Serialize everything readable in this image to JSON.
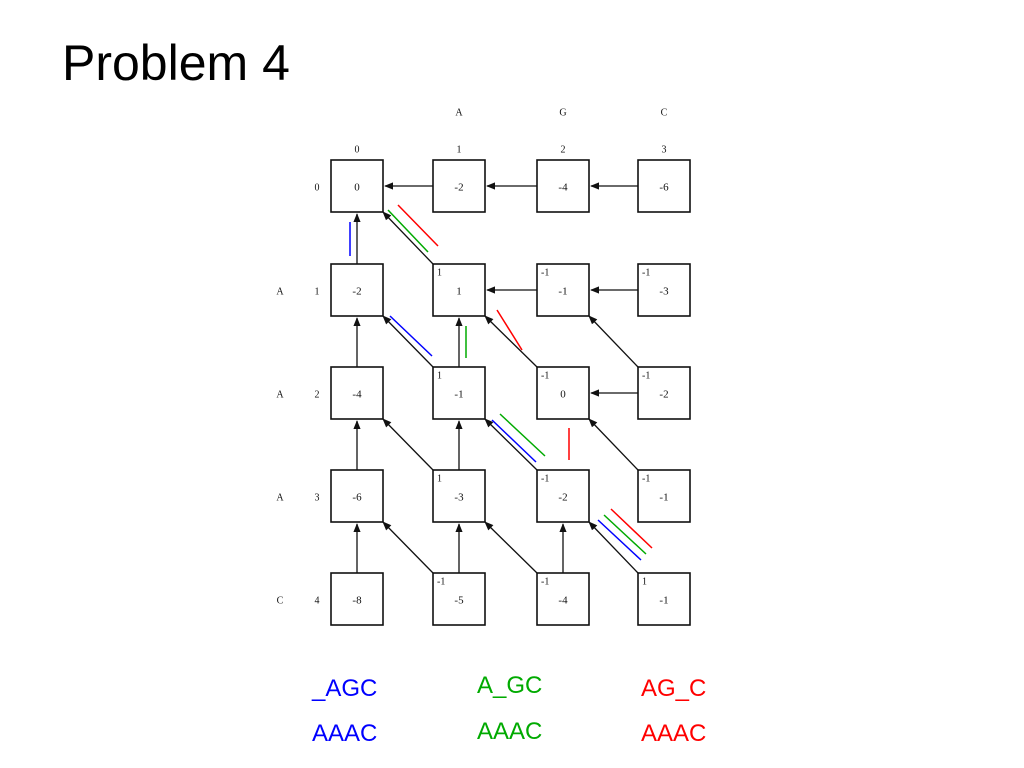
{
  "title": "Problem 4",
  "matrix": {
    "column_letters": [
      "A",
      "G",
      "C"
    ],
    "column_indices": [
      "0",
      "1",
      "2",
      "3"
    ],
    "row_letters": [
      "",
      "A",
      "A",
      "A",
      "C"
    ],
    "row_indices": [
      "0",
      "1",
      "2",
      "3",
      "4"
    ],
    "cells": [
      [
        {
          "score": "0"
        },
        {
          "score": "-2"
        },
        {
          "score": "-4"
        },
        {
          "score": "-6"
        }
      ],
      [
        {
          "score": "-2"
        },
        {
          "score": "1",
          "sub": "1"
        },
        {
          "score": "-1",
          "sub": "-1"
        },
        {
          "score": "-3",
          "sub": "-1"
        }
      ],
      [
        {
          "score": "-4"
        },
        {
          "score": "-1",
          "sub": "1"
        },
        {
          "score": "0",
          "sub": "-1"
        },
        {
          "score": "-2",
          "sub": "-1"
        }
      ],
      [
        {
          "score": "-6"
        },
        {
          "score": "-3",
          "sub": "1"
        },
        {
          "score": "-2",
          "sub": "-1"
        },
        {
          "score": "-1",
          "sub": "-1"
        }
      ],
      [
        {
          "score": "-8"
        },
        {
          "score": "-5",
          "sub": "-1"
        },
        {
          "score": "-4",
          "sub": "-1"
        },
        {
          "score": "-1",
          "sub": "1"
        }
      ]
    ]
  },
  "colors": {
    "blue": "#0000ff",
    "green": "#00aa00",
    "red": "#ff0000",
    "ink": "#111111"
  },
  "alignments": [
    {
      "color": "#0000ff",
      "top": "_AGC",
      "bottom": "AAAC"
    },
    {
      "color": "#00aa00",
      "top": "A_GC",
      "bottom": "AAAC"
    },
    {
      "color": "#ff0000",
      "top": "AG_C",
      "bottom": "AAAC"
    }
  ]
}
